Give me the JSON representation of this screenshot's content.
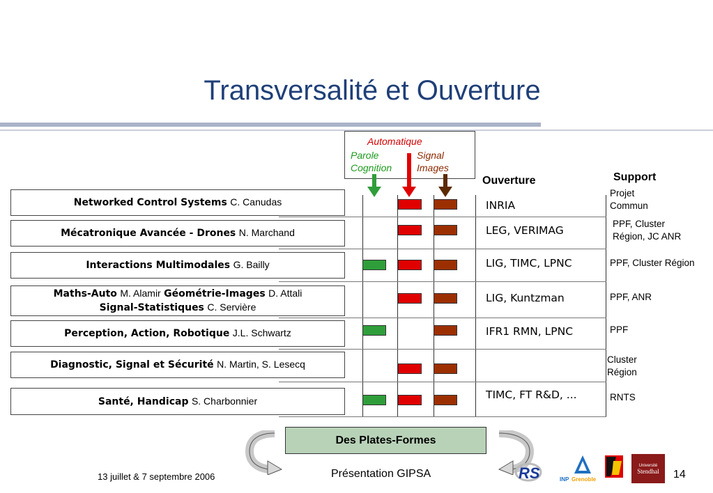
{
  "slide": {
    "title": "Transversalité et Ouverture",
    "page_number": "14",
    "date": "13 juillet & 7 septembre 2006",
    "presentation": "Présentation GIPSA"
  },
  "axes": {
    "automatique": "Automatique",
    "parole": "Parole",
    "cognition": "Cognition",
    "signal": "Signal",
    "images": "Images",
    "colors": {
      "green": "#2f9e3a",
      "red": "#e10000",
      "brown": "#9c2f00"
    }
  },
  "headers": {
    "ouverture": "Ouverture",
    "support": "Support"
  },
  "rows": [
    {
      "name": "Networked Control Systems",
      "author": "C. Canudas",
      "parole": false,
      "auto": true,
      "signal": true,
      "ouverture": "INRIA",
      "support": [
        "Projet",
        "Commun"
      ]
    },
    {
      "name": "Mécatronique Avancée - Drones",
      "author": "N. Marchand",
      "parole": false,
      "auto": true,
      "signal": true,
      "ouverture": "LEG, VERIMAG",
      "support": [
        "PPF, Cluster",
        "Région, JC ANR"
      ]
    },
    {
      "name": "Interactions Multimodales",
      "author": "G. Bailly",
      "parole": true,
      "auto": true,
      "signal": true,
      "ouverture": "LIG, TIMC, LPNC",
      "support": [
        "PPF, Cluster Région"
      ]
    },
    {
      "name": "Maths-Auto",
      "author": "M. Alamir",
      "name2": "Géométrie-Images",
      "author2": "D. Attali",
      "name3": "Signal-Statistiques",
      "author3": "C. Servière",
      "parole": false,
      "auto": true,
      "signal": true,
      "ouverture": "LIG, Kuntzman",
      "support": [
        "PPF, ANR"
      ]
    },
    {
      "name": "Perception, Action, Robotique",
      "author": "J.L. Schwartz",
      "parole": true,
      "auto": false,
      "signal": true,
      "ouverture": "IFR1 RMN, LPNC",
      "support": [
        "PPF"
      ]
    },
    {
      "name": "Diagnostic, Signal et Sécurité",
      "author": "N. Martin, S. Lesecq",
      "parole": false,
      "auto": true,
      "signal": true,
      "ouverture": "",
      "support": [
        "Cluster",
        "Région"
      ]
    },
    {
      "name": "Santé, Handicap",
      "author": "S. Charbonnier",
      "parole": true,
      "auto": true,
      "signal": true,
      "ouverture": "TIMC, FT R&D, ...",
      "support": [
        "RNTS"
      ]
    }
  ],
  "plates_formes": "Des Plates-Formes",
  "logos": {
    "inp": "INP Grenoble",
    "stendhal": "Université Stendhal"
  }
}
